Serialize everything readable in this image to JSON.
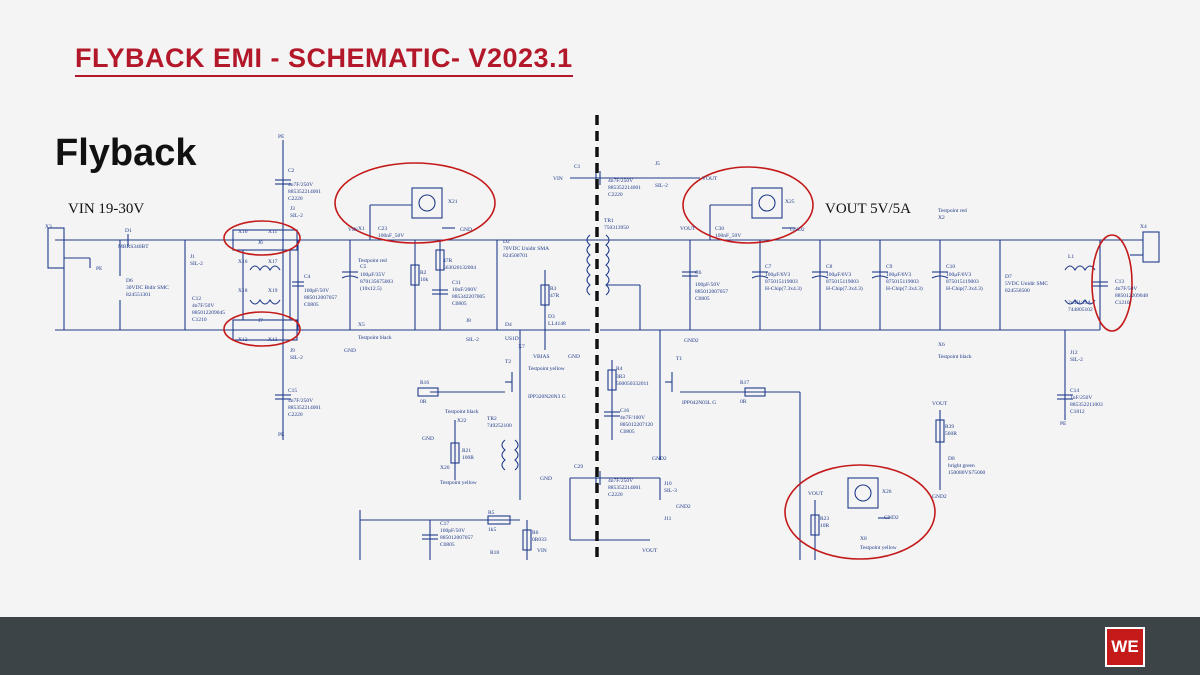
{
  "slide": {
    "title": "FLYBACK EMI - SCHEMATIC- V2023.1",
    "subtitle": "Flyback",
    "logo_text": "WE"
  },
  "colors": {
    "wire": "#1f3a8a",
    "highlight": "#c41a1a",
    "title": "#b3182a",
    "footer": "#3d4448"
  },
  "schematic": {
    "labels": {
      "vin": "VIN 19-30V",
      "vout": "VOUT 5V/5A"
    },
    "small_labels": [
      {
        "id": "x3",
        "text": "X3"
      },
      {
        "id": "d1",
        "text": "D1"
      },
      {
        "id": "d1v",
        "text": "MBRS340BT"
      },
      {
        "id": "pe1",
        "text": "PE"
      },
      {
        "id": "d6",
        "text": "D6"
      },
      {
        "id": "d6v",
        "text": "30VDC Bidir SMC"
      },
      {
        "id": "d6p",
        "text": "824551301"
      },
      {
        "id": "j1",
        "text": "J1"
      },
      {
        "id": "j1v",
        "text": "SIL-2"
      },
      {
        "id": "c12",
        "text": "C12"
      },
      {
        "id": "c12v",
        "text": "4n7F/50V"
      },
      {
        "id": "c12p",
        "text": "885012209045"
      },
      {
        "id": "c12s",
        "text": "C1210"
      },
      {
        "id": "j6",
        "text": "J6"
      },
      {
        "id": "x10",
        "text": "X10"
      },
      {
        "id": "x11",
        "text": "X11"
      },
      {
        "id": "x16",
        "text": "X16"
      },
      {
        "id": "x17",
        "text": "X17"
      },
      {
        "id": "x18",
        "text": "X18"
      },
      {
        "id": "x19",
        "text": "X19"
      },
      {
        "id": "j7",
        "text": "J7"
      },
      {
        "id": "x12",
        "text": "X12"
      },
      {
        "id": "x13",
        "text": "X13"
      },
      {
        "id": "c2",
        "text": "C2"
      },
      {
        "id": "c2v",
        "text": "4n7F/250V"
      },
      {
        "id": "c2p",
        "text": "885352214001"
      },
      {
        "id": "c2s",
        "text": "C2220"
      },
      {
        "id": "j3",
        "text": "J3"
      },
      {
        "id": "j3v",
        "text": "SIL-2"
      },
      {
        "id": "c4",
        "text": "C4"
      },
      {
        "id": "c4v",
        "text": "100pF/50V"
      },
      {
        "id": "c4p",
        "text": "885012007057"
      },
      {
        "id": "c4s",
        "text": "C0805"
      },
      {
        "id": "j9",
        "text": "J9"
      },
      {
        "id": "j9v",
        "text": "SIL-2"
      },
      {
        "id": "c15",
        "text": "C15"
      },
      {
        "id": "c15v",
        "text": "4n7F/250V"
      },
      {
        "id": "c15p",
        "text": "885352214001"
      },
      {
        "id": "c15s",
        "text": "C2220"
      },
      {
        "id": "pe2",
        "text": "PE"
      },
      {
        "id": "pe3",
        "text": "PE"
      },
      {
        "id": "x1",
        "text": "X1"
      },
      {
        "id": "vin2",
        "text": "VIN"
      },
      {
        "id": "c5",
        "text": "C5"
      },
      {
        "id": "c5v",
        "text": "100μF/35V"
      },
      {
        "id": "c5p",
        "text": "870135675003"
      },
      {
        "id": "c5s",
        "text": "(10x12.5)"
      },
      {
        "id": "tpr1",
        "text": "Testpoint red"
      },
      {
        "id": "x5",
        "text": "X5"
      },
      {
        "id": "tpb1",
        "text": "Testpoint black"
      },
      {
        "id": "gnd1",
        "text": "GND"
      },
      {
        "id": "c23",
        "text": "C23"
      },
      {
        "id": "c23v",
        "text": "100nF_50V"
      },
      {
        "id": "x21",
        "text": "X21"
      },
      {
        "id": "gnd2",
        "text": "GND"
      },
      {
        "id": "r2",
        "text": "R2"
      },
      {
        "id": "r2v",
        "text": "10k"
      },
      {
        "id": "r47",
        "text": "47R"
      },
      {
        "id": "r47p",
        "text": "563020132004"
      },
      {
        "id": "c11",
        "text": "C11"
      },
      {
        "id": "c11v",
        "text": "10nF/200V"
      },
      {
        "id": "c11p",
        "text": "885342207005"
      },
      {
        "id": "c11s",
        "text": "C0805"
      },
      {
        "id": "j8",
        "text": "J8"
      },
      {
        "id": "j8v",
        "text": "SIL-2"
      },
      {
        "id": "d2",
        "text": "D2"
      },
      {
        "id": "d2v",
        "text": "70VDC Unidir SMA"
      },
      {
        "id": "d2p",
        "text": "824500701"
      },
      {
        "id": "r3",
        "text": "R3"
      },
      {
        "id": "r3v",
        "text": "47R"
      },
      {
        "id": "d3",
        "text": "D3"
      },
      {
        "id": "d3v",
        "text": "LL4148"
      },
      {
        "id": "d4",
        "text": "D4"
      },
      {
        "id": "d4v",
        "text": "US1D"
      },
      {
        "id": "x7",
        "text": "X7"
      },
      {
        "id": "vbias",
        "text": "VBIAS"
      },
      {
        "id": "gnd3",
        "text": "GND"
      },
      {
        "id": "t2",
        "text": "T2"
      },
      {
        "id": "tpy1",
        "text": "Testpoint yellow"
      },
      {
        "id": "t2v",
        "text": "IPP320N20N3 G"
      },
      {
        "id": "r16",
        "text": "R16"
      },
      {
        "id": "r16v",
        "text": "0R"
      },
      {
        "id": "tpb2",
        "text": "Testpoint black"
      },
      {
        "id": "x22",
        "text": "X22"
      },
      {
        "id": "gnd4",
        "text": "GND"
      },
      {
        "id": "tr2",
        "text": "TR2"
      },
      {
        "id": "tr2p",
        "text": "749252100"
      },
      {
        "id": "r21",
        "text": "R21"
      },
      {
        "id": "r21v",
        "text": "100R"
      },
      {
        "id": "x20",
        "text": "X20"
      },
      {
        "id": "tpy2",
        "text": "Testpoint yellow"
      },
      {
        "id": "c17",
        "text": "C17"
      },
      {
        "id": "c17v",
        "text": "100pF/50V"
      },
      {
        "id": "c17p",
        "text": "885012007057"
      },
      {
        "id": "c17s",
        "text": "C0805"
      },
      {
        "id": "r5",
        "text": "R5"
      },
      {
        "id": "r5v",
        "text": "1k5"
      },
      {
        "id": "r18",
        "text": "R18"
      },
      {
        "id": "r6",
        "text": "R6"
      },
      {
        "id": "r6v",
        "text": "0R033"
      },
      {
        "id": "vin3",
        "text": "VIN"
      },
      {
        "id": "c1",
        "text": "C1"
      },
      {
        "id": "vin4",
        "text": "VIN"
      },
      {
        "id": "c1v",
        "text": "4n7F/250V"
      },
      {
        "id": "c1p",
        "text": "885352214001"
      },
      {
        "id": "c1s",
        "text": "C2220"
      },
      {
        "id": "j5",
        "text": "J5"
      },
      {
        "id": "j5v",
        "text": "SIL-2"
      },
      {
        "id": "vout4",
        "text": "VOUT"
      },
      {
        "id": "tr1",
        "text": "TR1"
      },
      {
        "id": "tr1p",
        "text": "750313950"
      },
      {
        "id": "c29",
        "text": "C29"
      },
      {
        "id": "gnd5",
        "text": "GND"
      },
      {
        "id": "c29v",
        "text": "4n7F/250V"
      },
      {
        "id": "c29p",
        "text": "885352214001"
      },
      {
        "id": "c29s",
        "text": "C2220"
      },
      {
        "id": "j10",
        "text": "J10"
      },
      {
        "id": "j10v",
        "text": "SIL-3"
      },
      {
        "id": "j11",
        "text": "J11"
      },
      {
        "id": "gnd6",
        "text": "GND2"
      },
      {
        "id": "vout5",
        "text": "VOUT"
      },
      {
        "id": "t1",
        "text": "T1"
      },
      {
        "id": "t1v",
        "text": "IPP042N03L G"
      },
      {
        "id": "r4",
        "text": "R4"
      },
      {
        "id": "r4v",
        "text": "3R3"
      },
      {
        "id": "r4p",
        "text": "560050332011"
      },
      {
        "id": "c16",
        "text": "C16"
      },
      {
        "id": "c16v",
        "text": "4n7F/100V"
      },
      {
        "id": "c16p",
        "text": "885012207120"
      },
      {
        "id": "c16s",
        "text": "C0805"
      },
      {
        "id": "gnd7",
        "text": "GND2"
      },
      {
        "id": "r17",
        "text": "R17"
      },
      {
        "id": "r17v",
        "text": "0R"
      },
      {
        "id": "vout1",
        "text": "VOUT"
      },
      {
        "id": "c30",
        "text": "C30"
      },
      {
        "id": "c30v",
        "text": "100nF_50V"
      },
      {
        "id": "x25",
        "text": "X25"
      },
      {
        "id": "gnd8",
        "text": "GND2"
      },
      {
        "id": "c6",
        "text": "C6"
      },
      {
        "id": "c6v",
        "text": "100pF/50V"
      },
      {
        "id": "c6p",
        "text": "885012007057"
      },
      {
        "id": "c6s",
        "text": "C0805"
      },
      {
        "id": "gnd9",
        "text": "GND2"
      },
      {
        "id": "c7",
        "text": "C7"
      },
      {
        "id": "c7v",
        "text": "100μF/6V3"
      },
      {
        "id": "c7p",
        "text": "875015119003"
      },
      {
        "id": "c7s",
        "text": "H-Chip(7.3x4.3)"
      },
      {
        "id": "c8",
        "text": "C8"
      },
      {
        "id": "c8v",
        "text": "100μF/6V3"
      },
      {
        "id": "c8p",
        "text": "875015119003"
      },
      {
        "id": "c8s",
        "text": "H-Chip(7.3x4.3)"
      },
      {
        "id": "c9",
        "text": "C9"
      },
      {
        "id": "c9v",
        "text": "100μF/6V3"
      },
      {
        "id": "c9p",
        "text": "875015119003"
      },
      {
        "id": "c9s",
        "text": "H-Chip(7.3x4.3)"
      },
      {
        "id": "c10",
        "text": "C10"
      },
      {
        "id": "c10v",
        "text": "100μF/6V3"
      },
      {
        "id": "c10p",
        "text": "875015119003"
      },
      {
        "id": "c10s",
        "text": "H-Chip(7.3x4.3)"
      },
      {
        "id": "d7",
        "text": "D7"
      },
      {
        "id": "d7v",
        "text": "5VDC Unidir SMC"
      },
      {
        "id": "d7p",
        "text": "824550500"
      },
      {
        "id": "tpr2",
        "text": "Testpoint red"
      },
      {
        "id": "x2",
        "text": "X2"
      },
      {
        "id": "x6",
        "text": "X6"
      },
      {
        "id": "tpb3",
        "text": "Testpoint black"
      },
      {
        "id": "l1",
        "text": "L1"
      },
      {
        "id": "l1v",
        "text": "2u4H/10A"
      },
      {
        "id": "l1p",
        "text": "744805102"
      },
      {
        "id": "c13",
        "text": "C13"
      },
      {
        "id": "c13v",
        "text": "4n7F/50V"
      },
      {
        "id": "c13p",
        "text": "885012209048"
      },
      {
        "id": "c13s",
        "text": "C1210"
      },
      {
        "id": "x4",
        "text": "X4"
      },
      {
        "id": "j12",
        "text": "J12"
      },
      {
        "id": "j12v",
        "text": "SIL-2"
      },
      {
        "id": "c14",
        "text": "C14"
      },
      {
        "id": "c14v",
        "text": "1nF/250V"
      },
      {
        "id": "c14p",
        "text": "885352211003"
      },
      {
        "id": "c14s",
        "text": "C1812"
      },
      {
        "id": "pe4",
        "text": "PE"
      },
      {
        "id": "vout2",
        "text": "VOUT"
      },
      {
        "id": "r39",
        "text": "R39"
      },
      {
        "id": "r39v",
        "text": "560R"
      },
      {
        "id": "d8",
        "text": "D8"
      },
      {
        "id": "d8v",
        "text": "bright green"
      },
      {
        "id": "d8p",
        "text": "150080VS75000"
      },
      {
        "id": "gnd10",
        "text": "GND2"
      },
      {
        "id": "vout3",
        "text": "VOUT"
      },
      {
        "id": "x26",
        "text": "X26"
      },
      {
        "id": "r23",
        "text": "R23"
      },
      {
        "id": "r23v",
        "text": "10R"
      },
      {
        "id": "gnd11",
        "text": "GND2"
      },
      {
        "id": "x8",
        "text": "X8"
      },
      {
        "id": "tpy3",
        "text": "Testpoint yellow"
      }
    ]
  }
}
